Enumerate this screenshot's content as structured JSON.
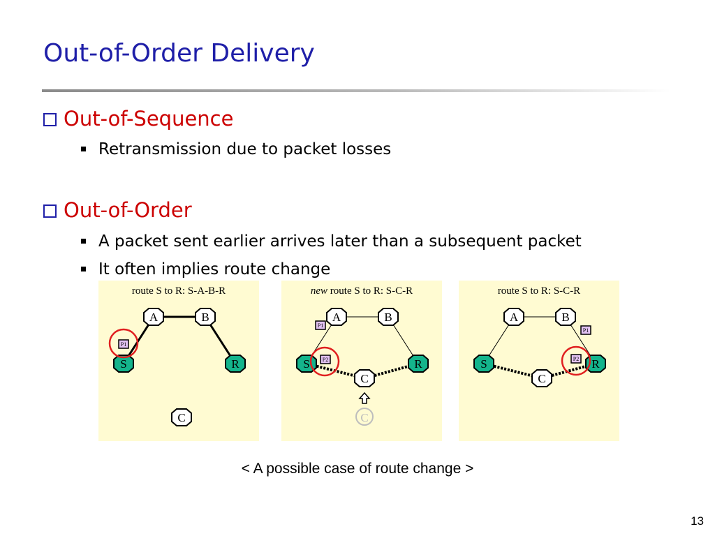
{
  "slide": {
    "title": "Out-of-Order Delivery",
    "page_number": "13"
  },
  "bullets": [
    {
      "heading": "Out-of-Sequence",
      "items": [
        "Retransmission due to packet losses"
      ]
    },
    {
      "heading": "Out-of-Order",
      "items": [
        "A packet sent earlier arrives later than a subsequent packet",
        "It often implies route change"
      ]
    }
  ],
  "figure": {
    "caption": "< A possible case of route change >",
    "panels": [
      {
        "title_prefix": "",
        "title": "route S to R: S-A-B-R"
      },
      {
        "title_prefix": "new",
        "title": " route S to R: S-C-R"
      },
      {
        "title_prefix": "",
        "title": "route S to R: S-C-R"
      }
    ],
    "nodes": {
      "A": "A",
      "B": "B",
      "C": "C",
      "S": "S",
      "R": "R"
    },
    "packets": {
      "p1": "P1",
      "p2": "P2"
    },
    "colors": {
      "panel_bg": "#fffbd2",
      "node_green": "#14b48c",
      "node_white": "#ffffff",
      "packet_fill": "#e2c2f2",
      "highlight_circle": "#e02020",
      "title_blue": "#1f1fa8",
      "bullet_red": "#cc0000"
    }
  }
}
